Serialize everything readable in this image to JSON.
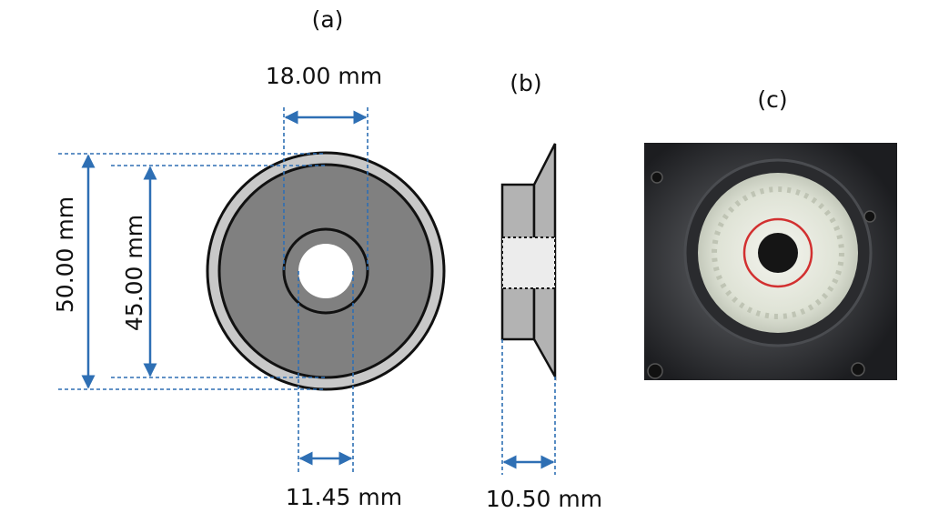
{
  "panels": {
    "a": "(a)",
    "b": "(b)",
    "c": "(c)"
  },
  "dimensions": {
    "top_width": "18.00 mm",
    "outer_diameter": "50.00 mm",
    "inner_diameter": "45.00 mm",
    "bottom_width": "11.45 mm",
    "thickness": "10.50 mm"
  },
  "colors": {
    "dimension_line": "#2e6fb4",
    "outer_ring": "#c8c8c8",
    "disc_body": "#808080",
    "side_body": "#b3b3b3",
    "hole": "#ffffff",
    "core": "#ececec"
  }
}
